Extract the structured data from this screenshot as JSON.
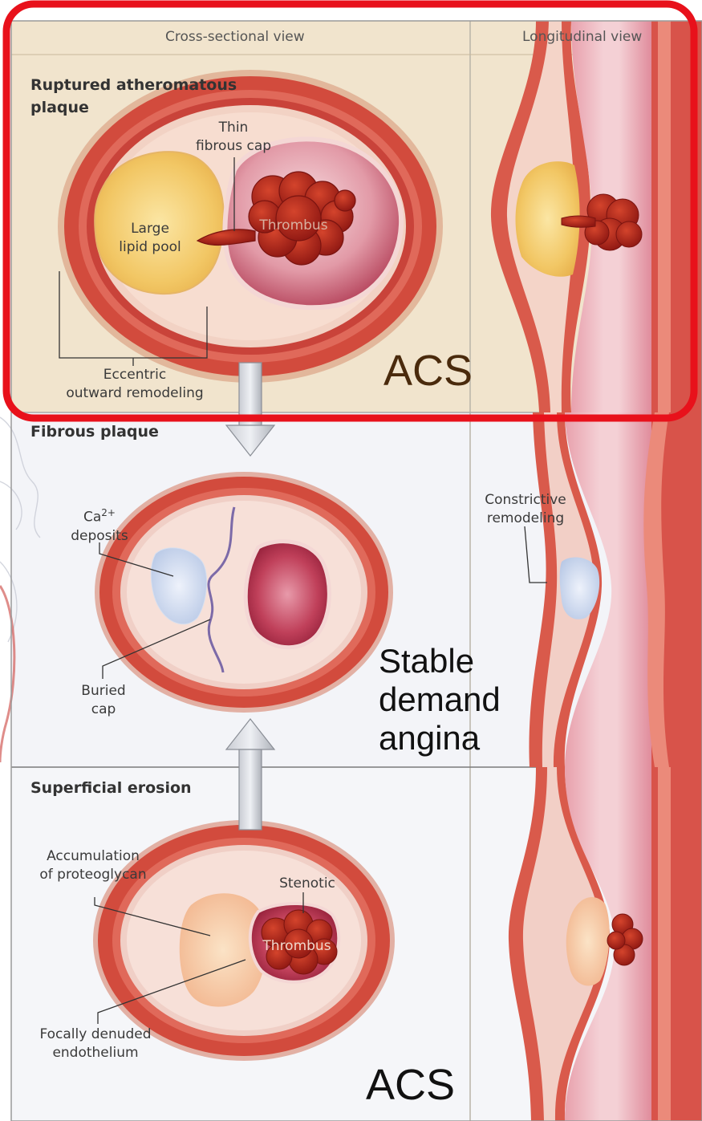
{
  "headers": {
    "cross_sectional": "Cross-sectional view",
    "longitudinal": "Longitudinal view"
  },
  "panels": {
    "ruptured": {
      "title_line1": "Ruptured atheromatous",
      "title_line2": "plaque",
      "labels": {
        "thin_line1": "Thin",
        "thin_line2": "fibrous cap",
        "lipid_line1": "Large",
        "lipid_line2": "lipid pool",
        "thrombus": "Thrombus",
        "remodel_line1": "Eccentric",
        "remodel_line2": "outward remodeling"
      },
      "tag": "ACS"
    },
    "fibrous": {
      "title": "Fibrous plaque",
      "labels": {
        "ca_base": "Ca",
        "ca_sup": "2+",
        "ca_line2": "deposits",
        "buried_line1": "Buried",
        "buried_line2": "cap",
        "constrict_line1": "Constrictive",
        "constrict_line2": "remodeling"
      },
      "tag_line1": "Stable",
      "tag_line2": "demand",
      "tag_line3": "angina"
    },
    "erosion": {
      "title": "Superficial erosion",
      "labels": {
        "accum_line1": "Accumulation",
        "accum_line2": "of proteoglycan",
        "stenotic": "Stenotic",
        "thrombus": "Thrombus",
        "denuded_line1": "Focally denuded",
        "denuded_line2": "endothelium"
      },
      "tag": "ACS"
    }
  },
  "colors": {
    "highlight_border": "#e8111b",
    "top_panel_bg": "#f1e4cd",
    "lower_panel_bg": "#f3f4f8",
    "vessel_wall": "#d9564a",
    "lumen": "#b83a4e",
    "thrombus": "#a8201a",
    "lipid": "#f2cf72"
  }
}
